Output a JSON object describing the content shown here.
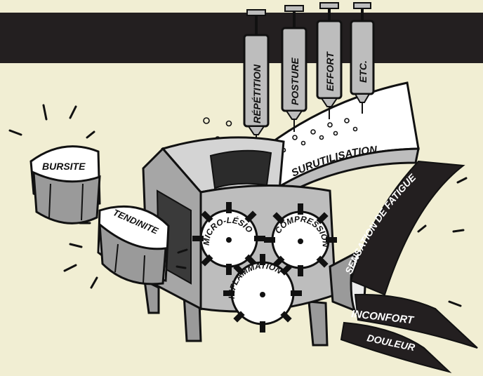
{
  "colors": {
    "background": "#f1eed3",
    "band": "#231f20",
    "machine": "#bdbdbd",
    "machine_dark": "#8c8c8c",
    "ink": "#111111",
    "paper": "#ffffff"
  },
  "syringes": [
    "RÉPÉTITION",
    "POSTURE",
    "EFFORT",
    "ETC."
  ],
  "chute_label": "SURUTILISATION",
  "gears": [
    "MICRO-LÉSIONS",
    "COMPRESSION",
    "INFLAMMATION"
  ],
  "products": {
    "bursite": "BURSITE",
    "tendinite": "TENDINITE"
  },
  "outputs": [
    "SENSATION DE FATIGUE",
    "INCONFORT",
    "DOULEUR"
  ]
}
